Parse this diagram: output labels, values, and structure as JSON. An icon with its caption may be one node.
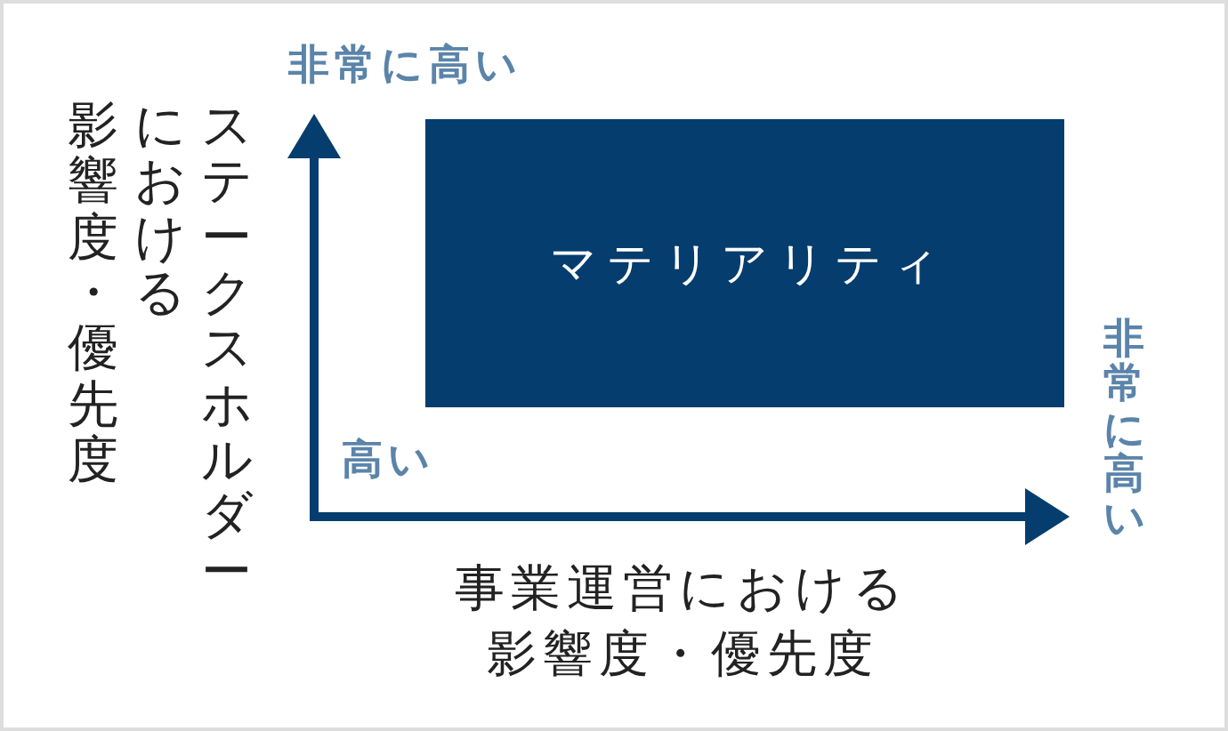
{
  "diagram": {
    "nodes": [
      {
        "text": [
          "マテリアリティ"
        ]
      }
    ],
    "labels": [
      "非常に高い",
      "ステークスホルダーにおける影響度・優先度",
      "非常に高い",
      "高い",
      "事業運営における影響度・優先度"
    ]
  }
}
